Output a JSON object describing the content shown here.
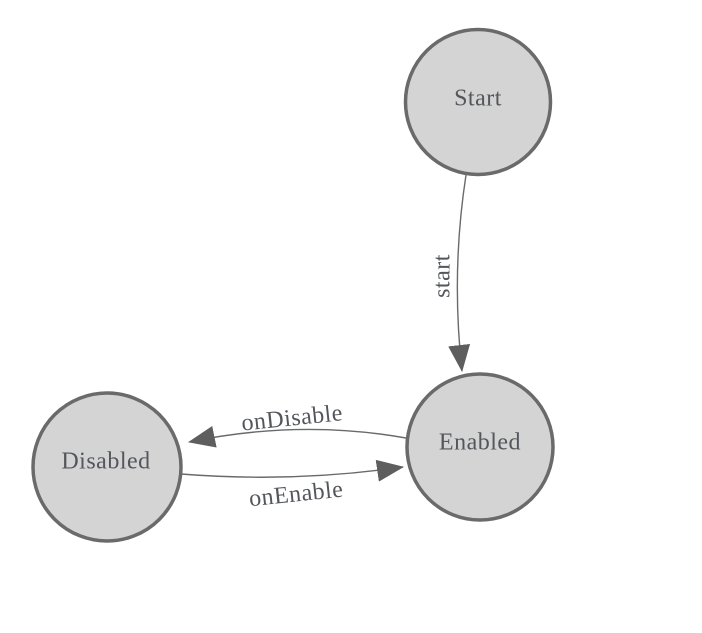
{
  "diagram": {
    "nodes": [
      {
        "id": "start-state",
        "label": "Start"
      },
      {
        "id": "enabled-state",
        "label": "Enabled"
      },
      {
        "id": "disabled-state",
        "label": "Disabled"
      }
    ],
    "edges": [
      {
        "from": "Start",
        "to": "Enabled",
        "label": "start"
      },
      {
        "from": "Enabled",
        "to": "Disabled",
        "label": "onDisable"
      },
      {
        "from": "Disabled",
        "to": "Enabled",
        "label": "onEnable"
      }
    ]
  },
  "colors": {
    "background": "#ffffff",
    "node-fill": "#d4d4d4",
    "node-stroke": "#6a6a6a",
    "edge-stroke": "#6a6a6a",
    "arrow-fill": "#5e5e5e",
    "label-text": "#53565b"
  }
}
